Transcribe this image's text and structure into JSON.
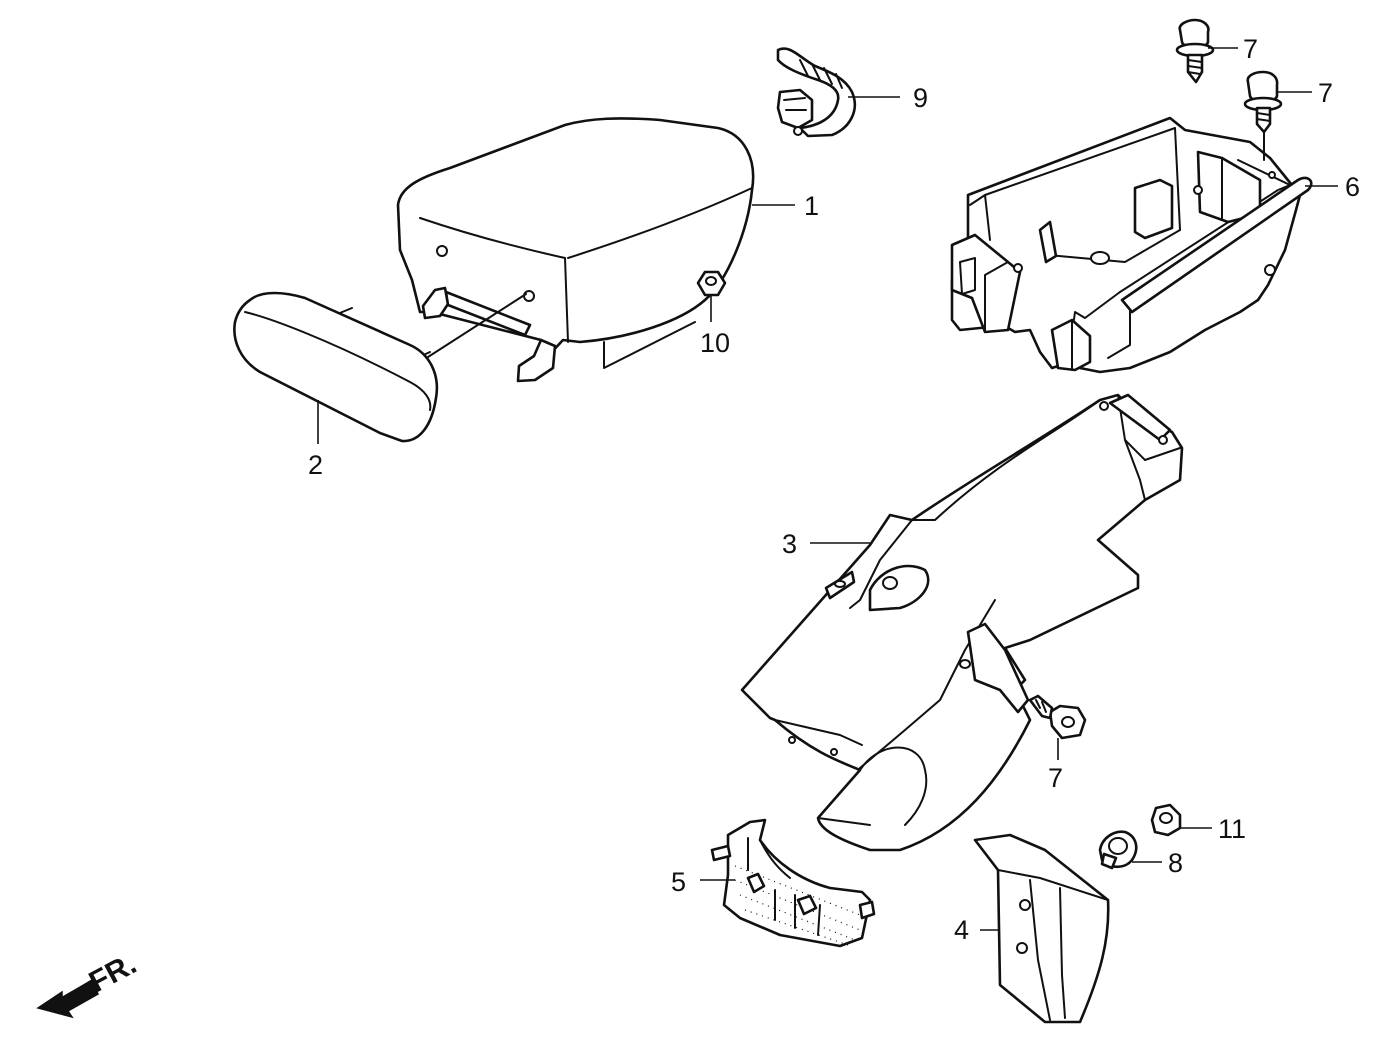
{
  "callouts": [
    {
      "id": "1",
      "label": "1"
    },
    {
      "id": "2",
      "label": "2"
    },
    {
      "id": "3",
      "label": "3"
    },
    {
      "id": "4",
      "label": "4"
    },
    {
      "id": "5",
      "label": "5"
    },
    {
      "id": "6",
      "label": "6"
    },
    {
      "id": "7a",
      "label": "7"
    },
    {
      "id": "7b",
      "label": "7"
    },
    {
      "id": "7c",
      "label": "7"
    },
    {
      "id": "8",
      "label": "8"
    },
    {
      "id": "9",
      "label": "9"
    },
    {
      "id": "10",
      "label": "10"
    },
    {
      "id": "11",
      "label": "11"
    }
  ],
  "direction_label": "FR."
}
